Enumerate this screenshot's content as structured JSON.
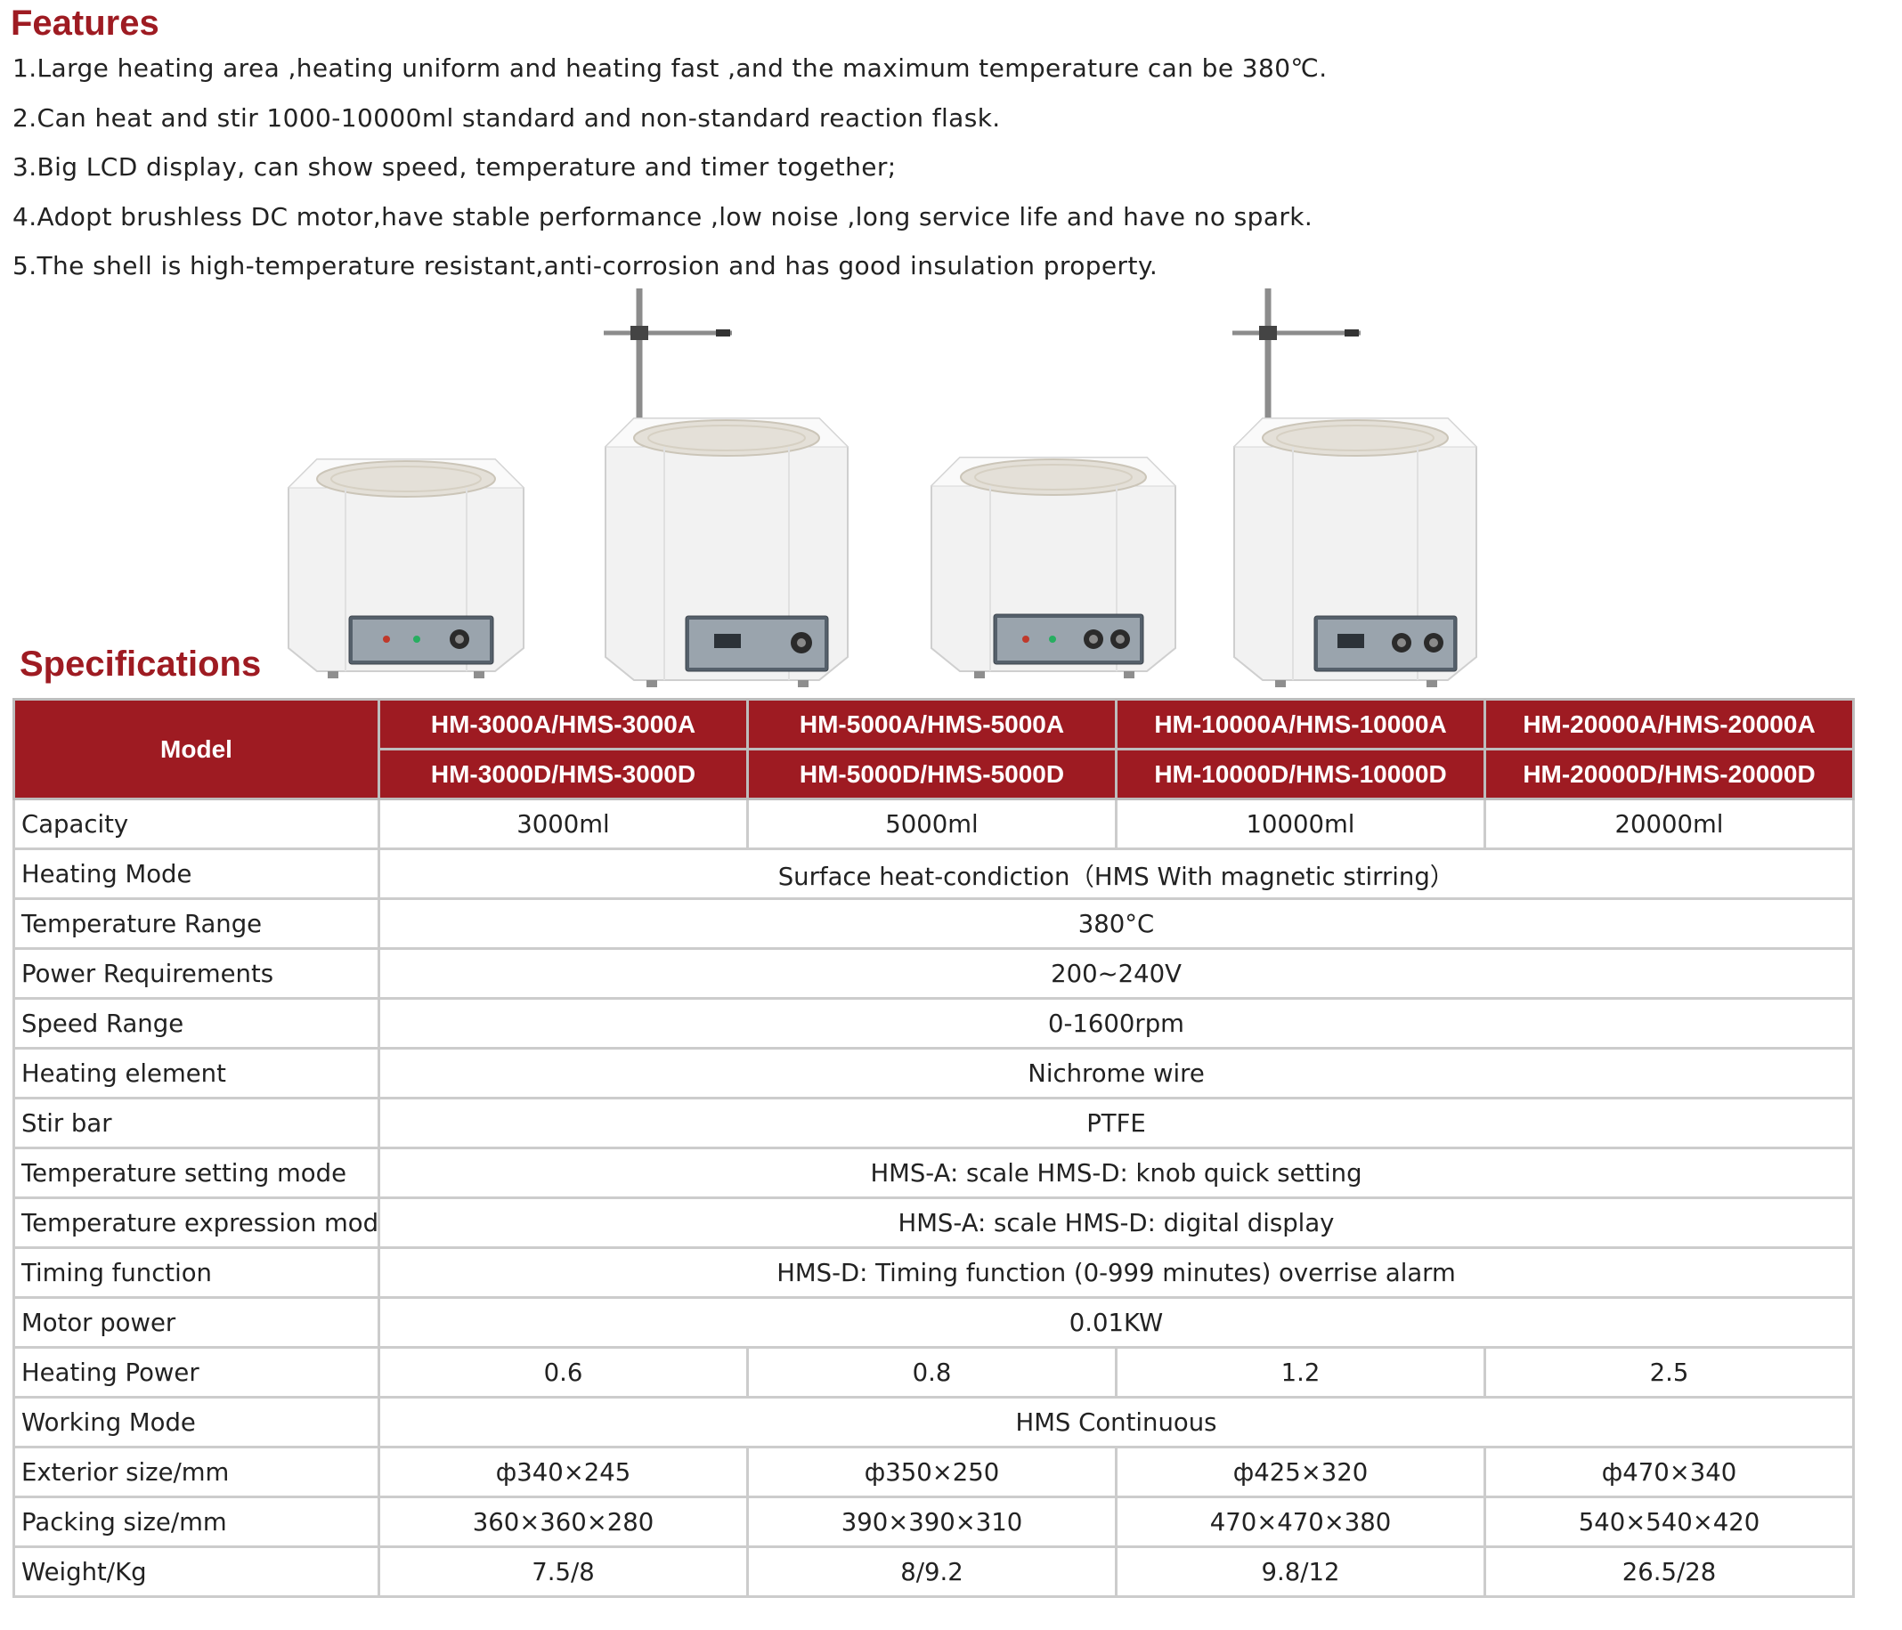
{
  "features": {
    "title": "Features",
    "items": [
      "1.Large heating area ,heating uniform and heating fast ,and the maximum temperature can be 380℃.",
      "2.Can heat and stir 1000-10000ml standard and non-standard reaction flask.",
      "3.Big LCD display, can show speed, temperature and timer together;",
      "4.Adopt brushless DC motor,have stable performance ,low noise ,long service life and have no spark.",
      "5.The shell is high-temperature resistant,anti-corrosion and has good insulation property."
    ]
  },
  "specifications": {
    "title": "Specifications",
    "model_label": "Model",
    "models_a": [
      "HM-3000A/HMS-3000A",
      "HM-5000A/HMS-5000A",
      "HM-10000A/HMS-10000A",
      "HM-20000A/HMS-20000A"
    ],
    "models_d": [
      "HM-3000D/HMS-3000D",
      "HM-5000D/HMS-5000D",
      "HM-10000D/HMS-10000D",
      "HM-20000D/HMS-20000D"
    ],
    "rows": [
      {
        "label": "Capacity",
        "values": [
          "3000ml",
          "5000ml",
          "10000ml",
          "20000ml"
        ]
      },
      {
        "label": "Heating Mode",
        "value": "Surface heat-condiction（HMS With magnetic stirring）"
      },
      {
        "label": "Temperature Range",
        "value": "380°C"
      },
      {
        "label": "Power Requirements",
        "value": "200~240V"
      },
      {
        "label": "Speed Range",
        "value": "0-1600rpm"
      },
      {
        "label": "Heating  element",
        "value": "Nichrome wire"
      },
      {
        "label": "Stir bar",
        "value": "PTFE"
      },
      {
        "label": "Temperature setting mode",
        "value": "HMS-A: scale HMS-D: knob quick setting"
      },
      {
        "label": "Temperature expression mode",
        "value": "HMS-A: scale HMS-D: digital display"
      },
      {
        "label": "Timing function",
        "value": "HMS-D: Timing function (0-999 minutes) overrise alarm"
      },
      {
        "label": "Motor power",
        "value": "0.01KW"
      },
      {
        "label": "Heating Power",
        "values": [
          "0.6",
          "0.8",
          "1.2",
          "2.5"
        ]
      },
      {
        "label": "Working Mode",
        "value": "HMS Continuous"
      },
      {
        "label": "Exterior size/mm",
        "values": [
          "ф340×245",
          "ф350×250",
          "ф425×320",
          "ф470×340"
        ]
      },
      {
        "label": "Packing size/mm",
        "values": [
          "360×360×280",
          "390×390×310",
          "470×470×380",
          "540×540×420"
        ]
      },
      {
        "label": "Weight/Kg",
        "values": [
          "7.5/8",
          "8/9.2",
          "9.8/12",
          "26.5/28"
        ]
      }
    ]
  }
}
